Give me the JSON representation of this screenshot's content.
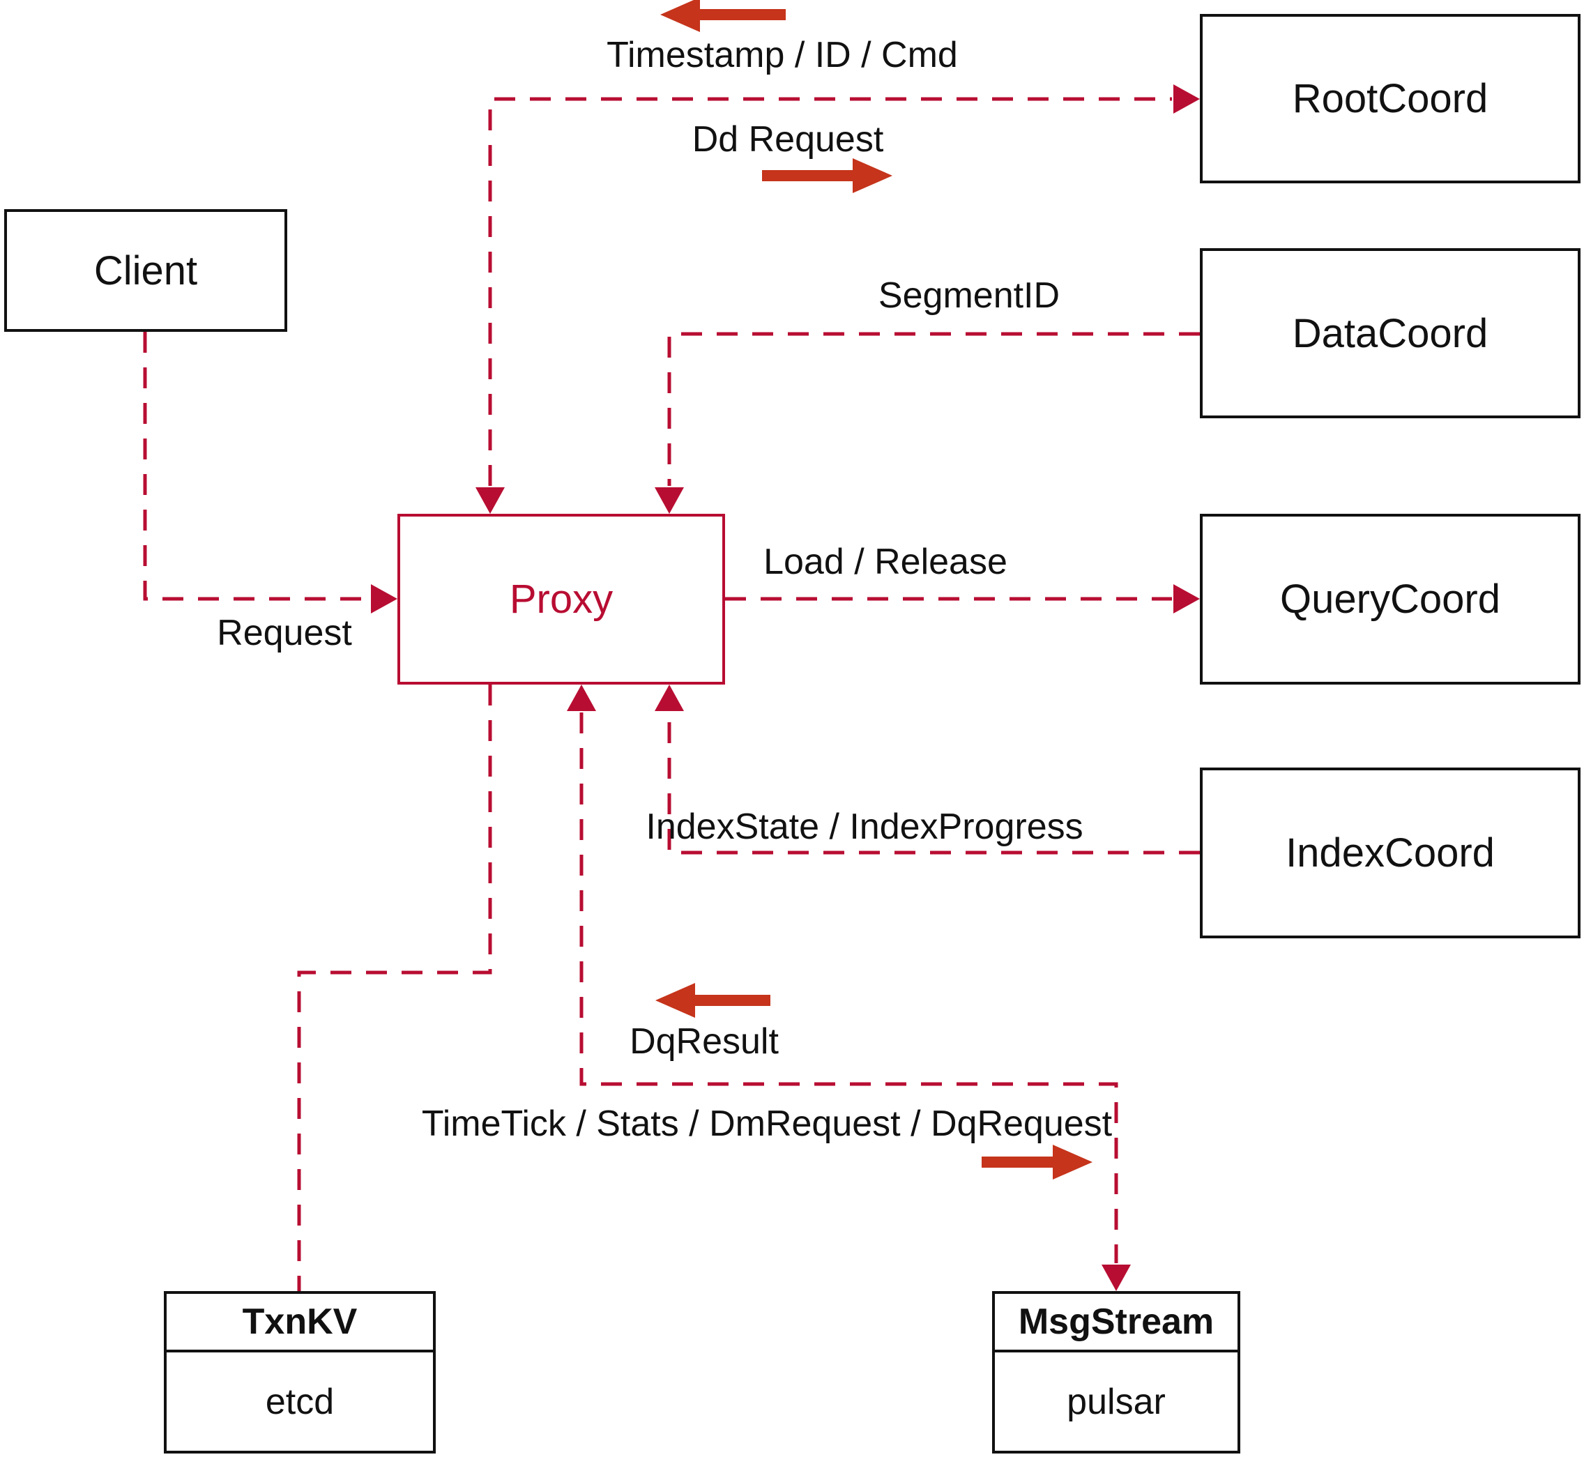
{
  "diagram_title": "Proxy interactions diagram",
  "colors": {
    "line_red": "#b80d32",
    "arrow_red": "#c5341b",
    "box_border": "#111111",
    "text": "#111111",
    "background": "#ffffff"
  },
  "nodes": {
    "client": {
      "label": "Client"
    },
    "proxy": {
      "label": "Proxy"
    },
    "rootcoord": {
      "label": "RootCoord"
    },
    "datacoord": {
      "label": "DataCoord"
    },
    "querycoord": {
      "label": "QueryCoord"
    },
    "indexcoord": {
      "label": "IndexCoord"
    },
    "txnkv": {
      "title": "TxnKV",
      "value": "etcd"
    },
    "msgstream": {
      "title": "MsgStream",
      "value": "pulsar"
    }
  },
  "edges": {
    "request": {
      "from": "client",
      "to": "proxy",
      "label": "Request",
      "style": "dashed-arrow"
    },
    "root": {
      "from": "proxy",
      "to": "rootcoord",
      "style": "dashed-bidirectional",
      "label_return": "Timestamp / ID / Cmd",
      "label_send": "Dd Request"
    },
    "segment": {
      "from": "datacoord",
      "to": "proxy",
      "style": "dashed-arrow",
      "label": "SegmentID"
    },
    "load": {
      "from": "proxy",
      "to": "querycoord",
      "style": "dashed-arrow",
      "label": "Load / Release"
    },
    "index": {
      "from": "indexcoord",
      "to": "proxy",
      "style": "dashed-arrow",
      "label": "IndexState / IndexProgress"
    },
    "txnkv": {
      "from": "proxy",
      "to": "txnkv",
      "style": "dashed-line"
    },
    "msgstream": {
      "from": "proxy",
      "to": "msgstream",
      "style": "dashed-bidirectional",
      "label_return": "DqResult",
      "label_send": "TimeTick / Stats / DmRequest / DqRequest"
    }
  }
}
